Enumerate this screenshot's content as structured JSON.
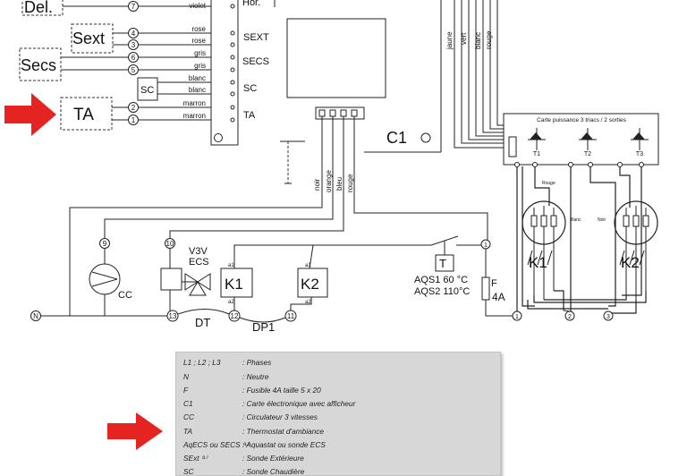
{
  "boxes": {
    "del": "Del.",
    "sext": "Sext",
    "secs": "Secs",
    "ta": "TA",
    "sc_small": "SC"
  },
  "terminals": {
    "n7": "7",
    "n4": "4",
    "n3": "3",
    "n6": "6",
    "n5": "5",
    "n2": "2",
    "n1": "1",
    "n9": "9",
    "n10": "10",
    "n13": "13",
    "n12": "12",
    "n11": "11",
    "cap_3": "3",
    "cap_2": "2",
    "cap_1": "1",
    "b1": "1",
    "b2": "2",
    "b3": "3"
  },
  "wires": {
    "violet": "violet",
    "rose1": "rose",
    "rose2": "rose",
    "gris1": "gris",
    "gris2": "gris",
    "blanc1": "blanc",
    "blanc2": "blanc",
    "marron1": "marron",
    "marron2": "marron",
    "noir": "noir",
    "orange": "orange",
    "bleu": "bleu",
    "rouge": "rouge",
    "jaune": "jaune",
    "vert": "vert",
    "blanc_top": "blanc",
    "rouge_top": "rouge"
  },
  "connector": {
    "hor": "Hor.",
    "sext": "SEXT",
    "secs": "SECS",
    "sc": "SC",
    "ta": "TA"
  },
  "components": {
    "c1": "C1",
    "cc": "CC",
    "v3v": "V3V",
    "ecs": "ECS",
    "k1": "K1",
    "k2": "K2",
    "t": "T",
    "aqs1": "AQS1 60 °C",
    "aqs2": "AQS2 110°C",
    "f": "F",
    "f4a": "4A",
    "dt": "DT",
    "dp1": "DP1",
    "n": "N",
    "a1_k1": "a1",
    "a2_k1": "a2",
    "a1_k2": "a1",
    "a2_k2": "a2"
  },
  "power_card": {
    "title": "Carte puissance 3 triacs / 2 sorties",
    "t1": "T1",
    "t2": "T2",
    "t3": "T3",
    "rouge": "Rouge",
    "blanc": "Blanc",
    "noir": "Noir",
    "k1": "K1",
    "k2": "K2"
  },
  "legend": [
    {
      "key": "L1 ; L2 ; L3",
      "value": ": Phases"
    },
    {
      "key": "N",
      "value": ": Neutre"
    },
    {
      "key": "F",
      "value": ": Fusible 4A taille 5 x 20"
    },
    {
      "key": "C1",
      "value": ": Carte électronique avec afficheur"
    },
    {
      "key": "CC",
      "value": ": Circulateur 3 vitesses"
    },
    {
      "key": "TA",
      "value": ": Thermostat d'ambiance"
    },
    {
      "key": "AqECS ou SECS ⁽¹⁾",
      "value": ": Aquastat ou sonde ECS"
    },
    {
      "key": "SExt ⁽¹⁾",
      "value": ": Sonde Extérieure"
    },
    {
      "key": "SC",
      "value": ": Sonde Chaudière"
    }
  ],
  "colors": {
    "arrow": "#e52421",
    "legend_bg": "#d7d7d7"
  },
  "icons": [
    "pump-icon",
    "valve-icon",
    "triac-icon",
    "red-arrow-icon"
  ]
}
